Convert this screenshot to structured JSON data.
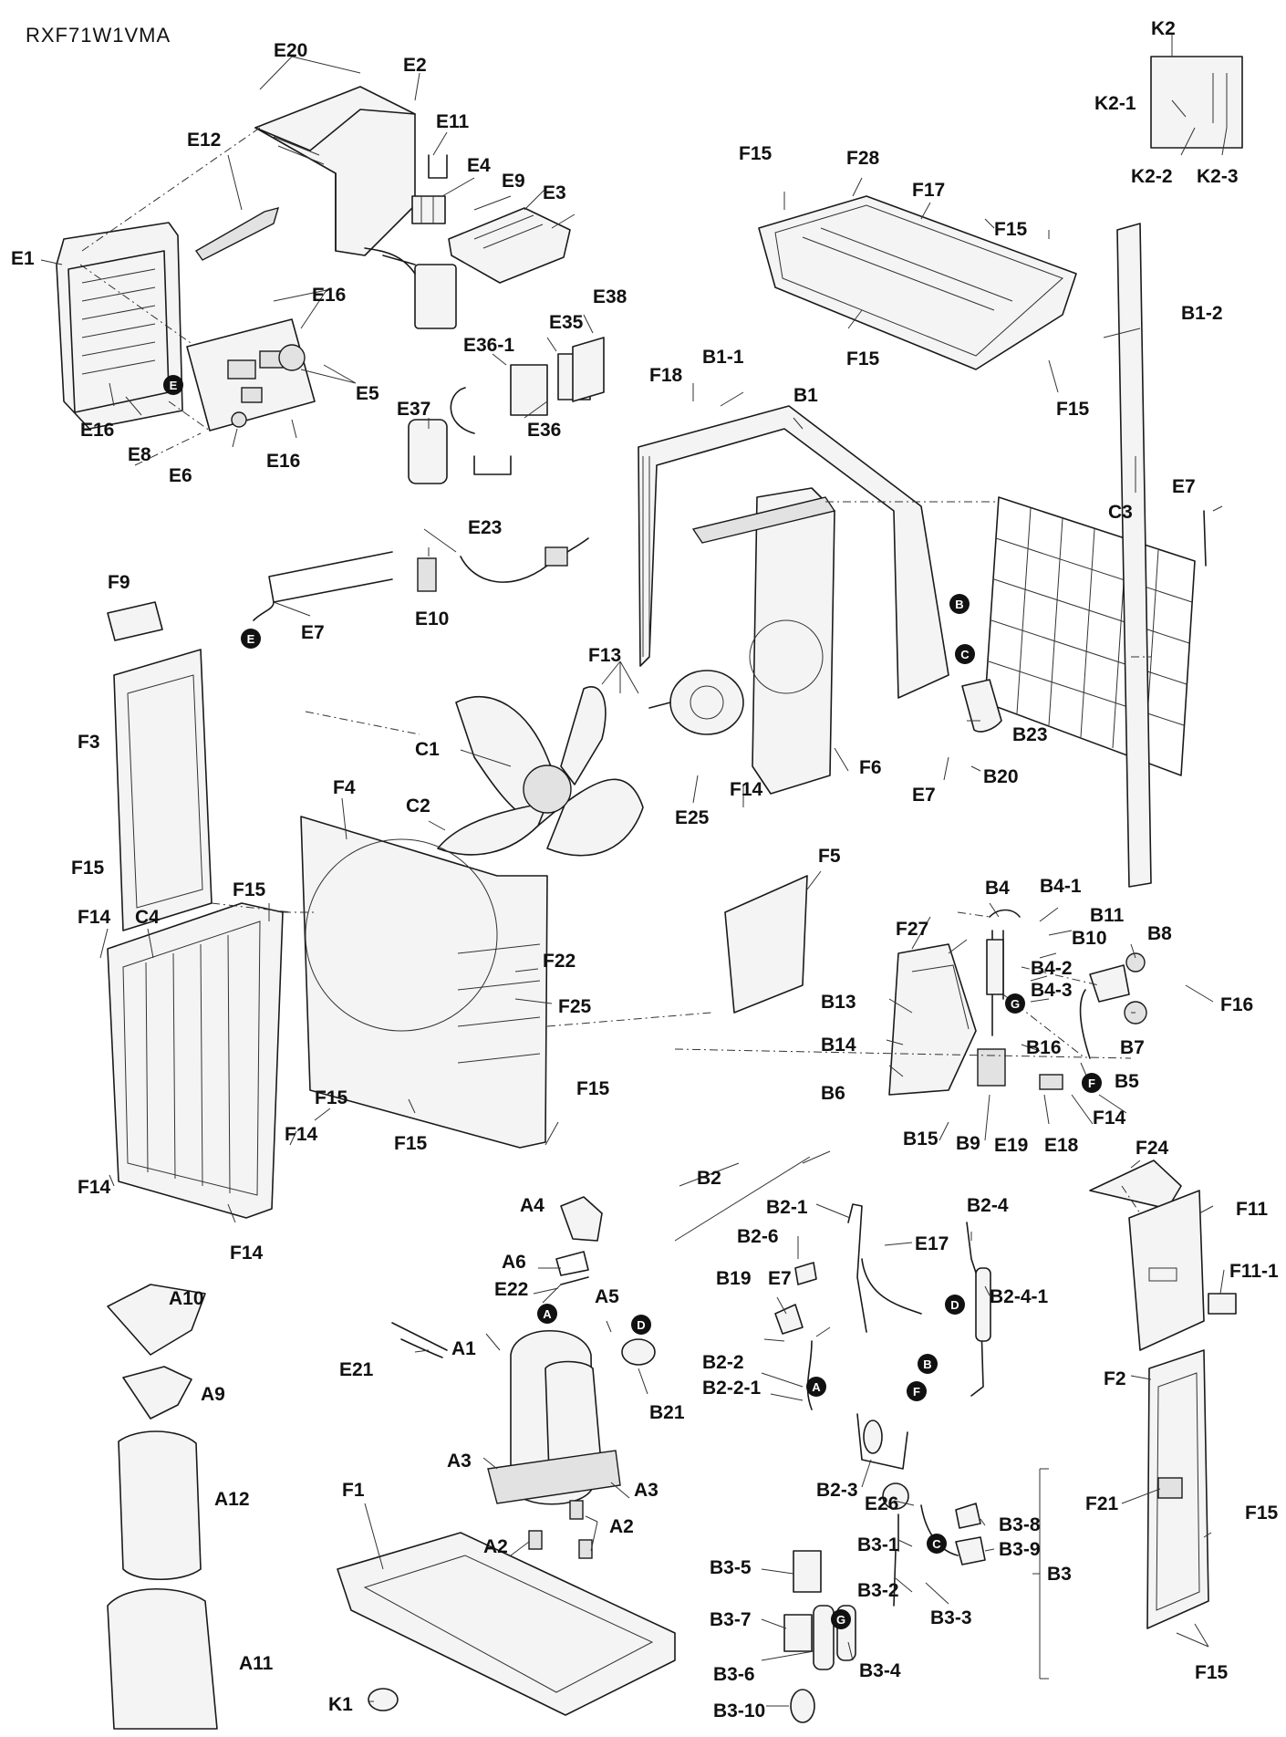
{
  "title": "RXF71W1VMA",
  "labels": {
    "A1": "A1",
    "A2": "A2",
    "A3": "A3",
    "A4": "A4",
    "A5": "A5",
    "A6": "A6",
    "A9": "A9",
    "A10": "A10",
    "A11": "A11",
    "A12": "A12",
    "B1": "B1",
    "B1_1": "B1-1",
    "B1_2": "B1-2",
    "B2": "B2",
    "B2_1": "B2-1",
    "B2_2": "B2-2",
    "B2_2_1": "B2-2-1",
    "B2_3": "B2-3",
    "B2_4": "B2-4",
    "B2_4_1": "B2-4-1",
    "B2_6": "B2-6",
    "B3": "B3",
    "B3_1": "B3-1",
    "B3_2": "B3-2",
    "B3_3": "B3-3",
    "B3_4": "B3-4",
    "B3_5": "B3-5",
    "B3_6": "B3-6",
    "B3_7": "B3-7",
    "B3_8": "B3-8",
    "B3_9": "B3-9",
    "B3_10": "B3-10",
    "B4": "B4",
    "B4_1": "B4-1",
    "B4_2": "B4-2",
    "B4_3": "B4-3",
    "B5": "B5",
    "B6": "B6",
    "B7": "B7",
    "B8": "B8",
    "B9": "B9",
    "B10": "B10",
    "B11": "B11",
    "B13": "B13",
    "B14": "B14",
    "B15": "B15",
    "B16": "B16",
    "B19": "B19",
    "B20": "B20",
    "B21": "B21",
    "B23": "B23",
    "C1": "C1",
    "C2": "C2",
    "C3": "C3",
    "C4": "C4",
    "E1": "E1",
    "E2": "E2",
    "E3": "E3",
    "E4": "E4",
    "E5": "E5",
    "E6": "E6",
    "E7": "E7",
    "E8": "E8",
    "E9": "E9",
    "E10": "E10",
    "E11": "E11",
    "E12": "E12",
    "E16": "E16",
    "E17": "E17",
    "E18": "E18",
    "E19": "E19",
    "E20": "E20",
    "E21": "E21",
    "E22": "E22",
    "E23": "E23",
    "E25": "E25",
    "E26": "E26",
    "E35": "E35",
    "E36": "E36",
    "E36_1": "E36-1",
    "E37": "E37",
    "E38": "E38",
    "F1": "F1",
    "F2": "F2",
    "F3": "F3",
    "F4": "F4",
    "F5": "F5",
    "F6": "F6",
    "F9": "F9",
    "F11": "F11",
    "F11_1": "F11-1",
    "F13": "F13",
    "F14": "F14",
    "F15": "F15",
    "F16": "F16",
    "F17": "F17",
    "F18": "F18",
    "F21": "F21",
    "F22": "F22",
    "F24": "F24",
    "F25": "F25",
    "F27": "F27",
    "F28": "F28",
    "K1": "K1",
    "K2": "K2",
    "K2_1": "K2-1",
    "K2_2": "K2-2",
    "K2_3": "K2-3"
  },
  "markers": {
    "A": "A",
    "B": "B",
    "C": "C",
    "D": "D",
    "E": "E",
    "F": "F",
    "G": "G"
  },
  "colors": {
    "ink": "#111111",
    "marker_fill": "#111111",
    "paper": "#ffffff"
  }
}
